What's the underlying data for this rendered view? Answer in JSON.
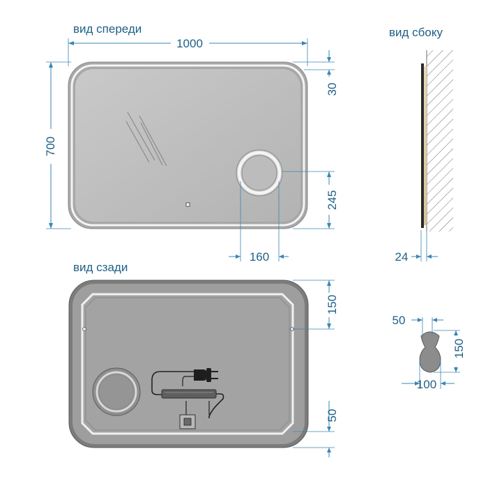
{
  "views": {
    "front": "вид спереди",
    "side": "вид сбоку",
    "back": "вид сзади"
  },
  "dimensions": {
    "width": "1000",
    "height": "700",
    "top_offset": "30",
    "magnifier_from_bottom": "245",
    "magnifier_diameter": "160",
    "side_depth": "24",
    "back_top_offset": "150",
    "back_bottom_offset": "50",
    "hook_slot_width": "50",
    "hook_height": "150",
    "hook_width": "100"
  },
  "colors": {
    "dimension": "#3a86b4",
    "mirror_face": "#bfbfbf",
    "mirror_back": "#9a9a9a",
    "led_strip": "#f2f2f2"
  }
}
